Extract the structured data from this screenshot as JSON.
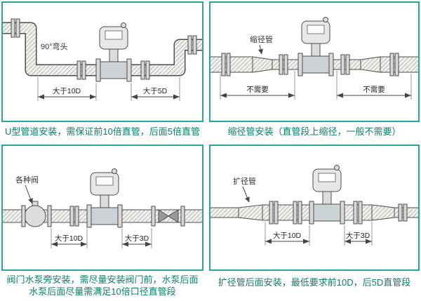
{
  "page": {
    "background": "#ffffff",
    "accent_color": "#2aa79b",
    "caption_color": "#0e7f6a",
    "line_color": "#4d4d4d"
  },
  "panels": {
    "u_pipe": {
      "elbow_label": "90°弯头",
      "dim_before": "大于10D",
      "dim_after": "大于5D",
      "caption": "U型管道安装，需保证前10倍直管，后面5倍直管"
    },
    "reducer": {
      "part_label": "缩径管",
      "dim_before": "不需要",
      "dim_after": "不需要",
      "caption": "缩径管安装（直管段上缩径，一般不需要）"
    },
    "valve_pump": {
      "part_label": "各种阀",
      "dim_before": "大于10D",
      "dim_after": "大于3D",
      "caption_line1": "阀门水泵旁安装，需尽量安装阀门前，水泵后面",
      "caption_line2": "水泵后面尽量需满足10倍口径直管段"
    },
    "expander": {
      "part_label": "扩径管",
      "dim_before": "大于10D",
      "dim_after": "大于3D",
      "caption": "扩径管后面安装，最低要求前10D，后5D直管段"
    }
  }
}
